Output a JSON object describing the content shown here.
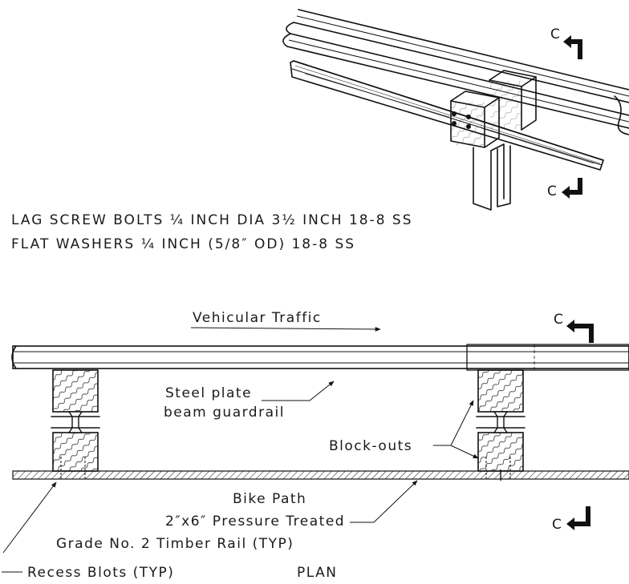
{
  "section_marker": "C",
  "notes": {
    "lag_screw": "LAG SCREW BOLTS ¼ INCH DIA 3½ INCH 18-8 SS",
    "washers": "FLAT WASHERS ¼ INCH (5/8″ OD) 18-8 SS"
  },
  "plan": {
    "traffic": "Vehicular Traffic",
    "guardrail_line1": "Steel plate",
    "guardrail_line2": "beam guardrail",
    "blockouts": "Block-outs",
    "bike_path": "Bike Path",
    "timber_line1": "2″x6″ Pressure Treated",
    "timber_line2": "Grade No. 2 Timber Rail (TYP)",
    "recess": "Recess Blots (TYP)",
    "view_title": "PLAN"
  }
}
